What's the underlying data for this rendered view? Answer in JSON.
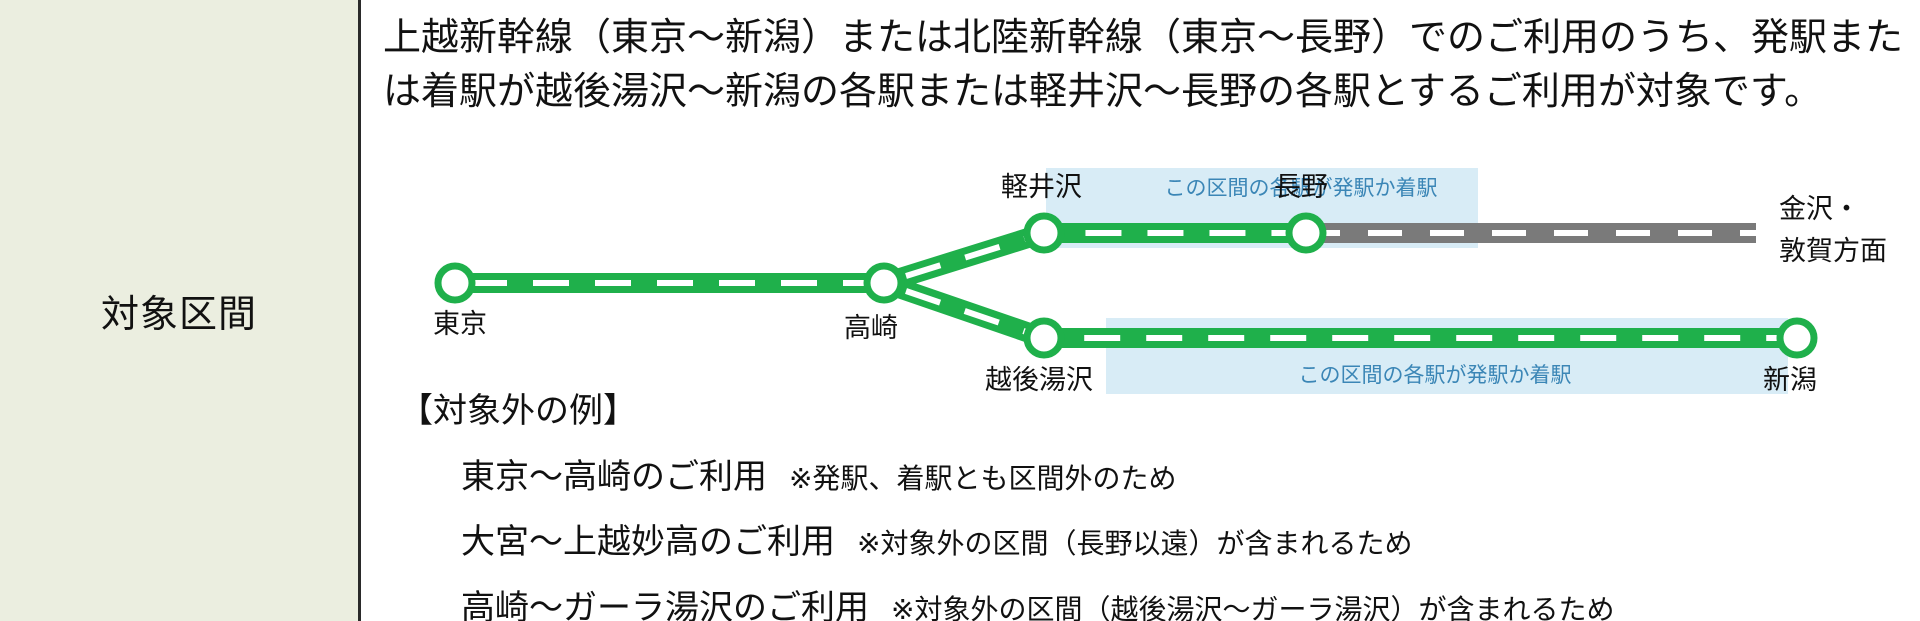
{
  "label": "対象区間",
  "description": "上越新幹線（東京〜新潟）または北陸新幹線（東京〜長野）でのご利用のうち、発駅または着駅が越後湯沢〜新潟の各駅または軽井沢〜長野の各駅とするご利用が対象です。",
  "map": {
    "stations": {
      "tokyo": "東京",
      "takasaki": "高崎",
      "karuizawa": "軽井沢",
      "nagano": "長野",
      "echigo_yuzawa": "越後湯沢",
      "niigata": "新潟"
    },
    "beyond_line1": "金沢・",
    "beyond_line2": "敦賀方面",
    "zone_label_upper": "この区間の各駅が発駅か着駅",
    "zone_label_lower": "この区間の各駅が発駅か着駅",
    "colors": {
      "line_green": "#1fb04b",
      "zone_blue": "#d8ecf6",
      "zone_text": "#3b86b6",
      "line_gray": "#7a7a7a"
    }
  },
  "examples": {
    "title": "【対象外の例】",
    "items": [
      {
        "route": "東京〜高崎のご利用",
        "note": "※発駅、着駅とも区間外のため"
      },
      {
        "route": "大宮〜上越妙高のご利用",
        "note": "※対象外の区間（長野以遠）が含まれるため"
      },
      {
        "route": "高崎〜ガーラ湯沢のご利用",
        "note": "※対象外の区間（越後湯沢〜ガーラ湯沢）が含まれるため"
      }
    ]
  }
}
